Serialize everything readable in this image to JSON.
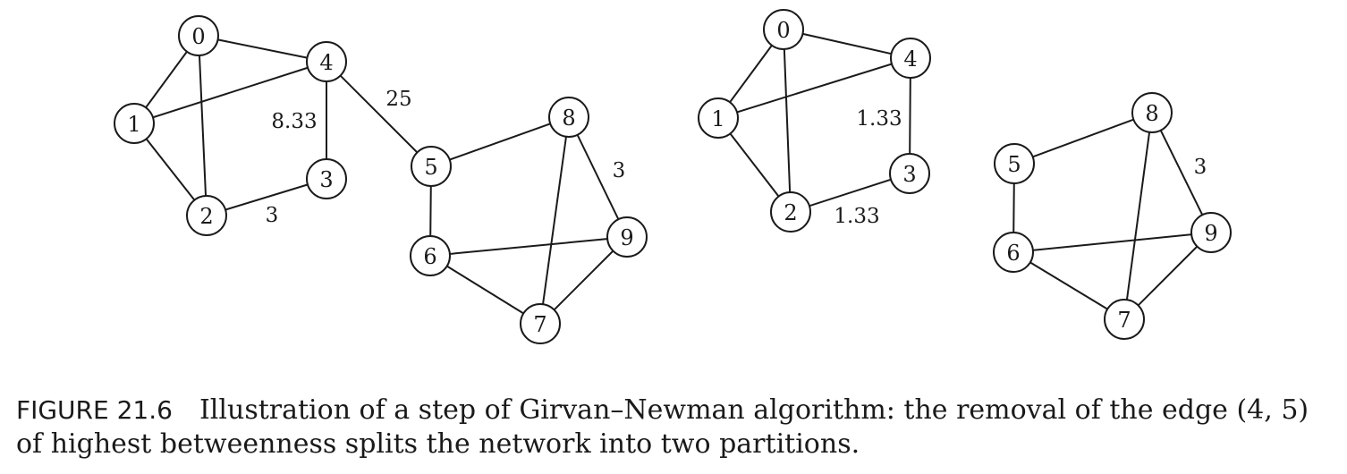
{
  "graphs": [
    {
      "id": "before-removal",
      "nodes": [
        "0",
        "1",
        "2",
        "3",
        "4",
        "5",
        "6",
        "7",
        "8",
        "9"
      ],
      "edges": [
        [
          "0",
          "1"
        ],
        [
          "0",
          "2"
        ],
        [
          "0",
          "4"
        ],
        [
          "1",
          "4"
        ],
        [
          "1",
          "2"
        ],
        [
          "2",
          "3"
        ],
        [
          "3",
          "4"
        ],
        [
          "4",
          "5"
        ],
        [
          "5",
          "8"
        ],
        [
          "5",
          "6"
        ],
        [
          "6",
          "9"
        ],
        [
          "6",
          "7"
        ],
        [
          "7",
          "8"
        ],
        [
          "7",
          "9"
        ],
        [
          "8",
          "9"
        ]
      ],
      "edge_labels": [
        {
          "edge": [
            "4",
            "5"
          ],
          "text": "25"
        },
        {
          "edge": [
            "3",
            "4"
          ],
          "text": "8.33"
        },
        {
          "edge": [
            "2",
            "3"
          ],
          "text": "3"
        },
        {
          "edge": [
            "8",
            "9"
          ],
          "text": "3"
        }
      ]
    },
    {
      "id": "after-removal",
      "nodes": [
        "0",
        "1",
        "2",
        "3",
        "4",
        "5",
        "6",
        "7",
        "8",
        "9"
      ],
      "edges": [
        [
          "0",
          "1"
        ],
        [
          "0",
          "2"
        ],
        [
          "0",
          "4"
        ],
        [
          "1",
          "4"
        ],
        [
          "1",
          "2"
        ],
        [
          "2",
          "3"
        ],
        [
          "3",
          "4"
        ],
        [
          "5",
          "8"
        ],
        [
          "5",
          "6"
        ],
        [
          "6",
          "9"
        ],
        [
          "6",
          "7"
        ],
        [
          "7",
          "8"
        ],
        [
          "7",
          "9"
        ],
        [
          "8",
          "9"
        ]
      ],
      "edge_labels": [
        {
          "edge": [
            "3",
            "4"
          ],
          "text": "1.33"
        },
        {
          "edge": [
            "2",
            "3"
          ],
          "text": "1.33"
        },
        {
          "edge": [
            "8",
            "9"
          ],
          "text": "3"
        }
      ]
    }
  ],
  "caption": {
    "figure_number": "FIGURE 21.6",
    "text": "Illustration of a step of Girvan–Newman algorithm: the removal of the edge (4, 5) of highest betweenness splits the network into two partitions."
  }
}
